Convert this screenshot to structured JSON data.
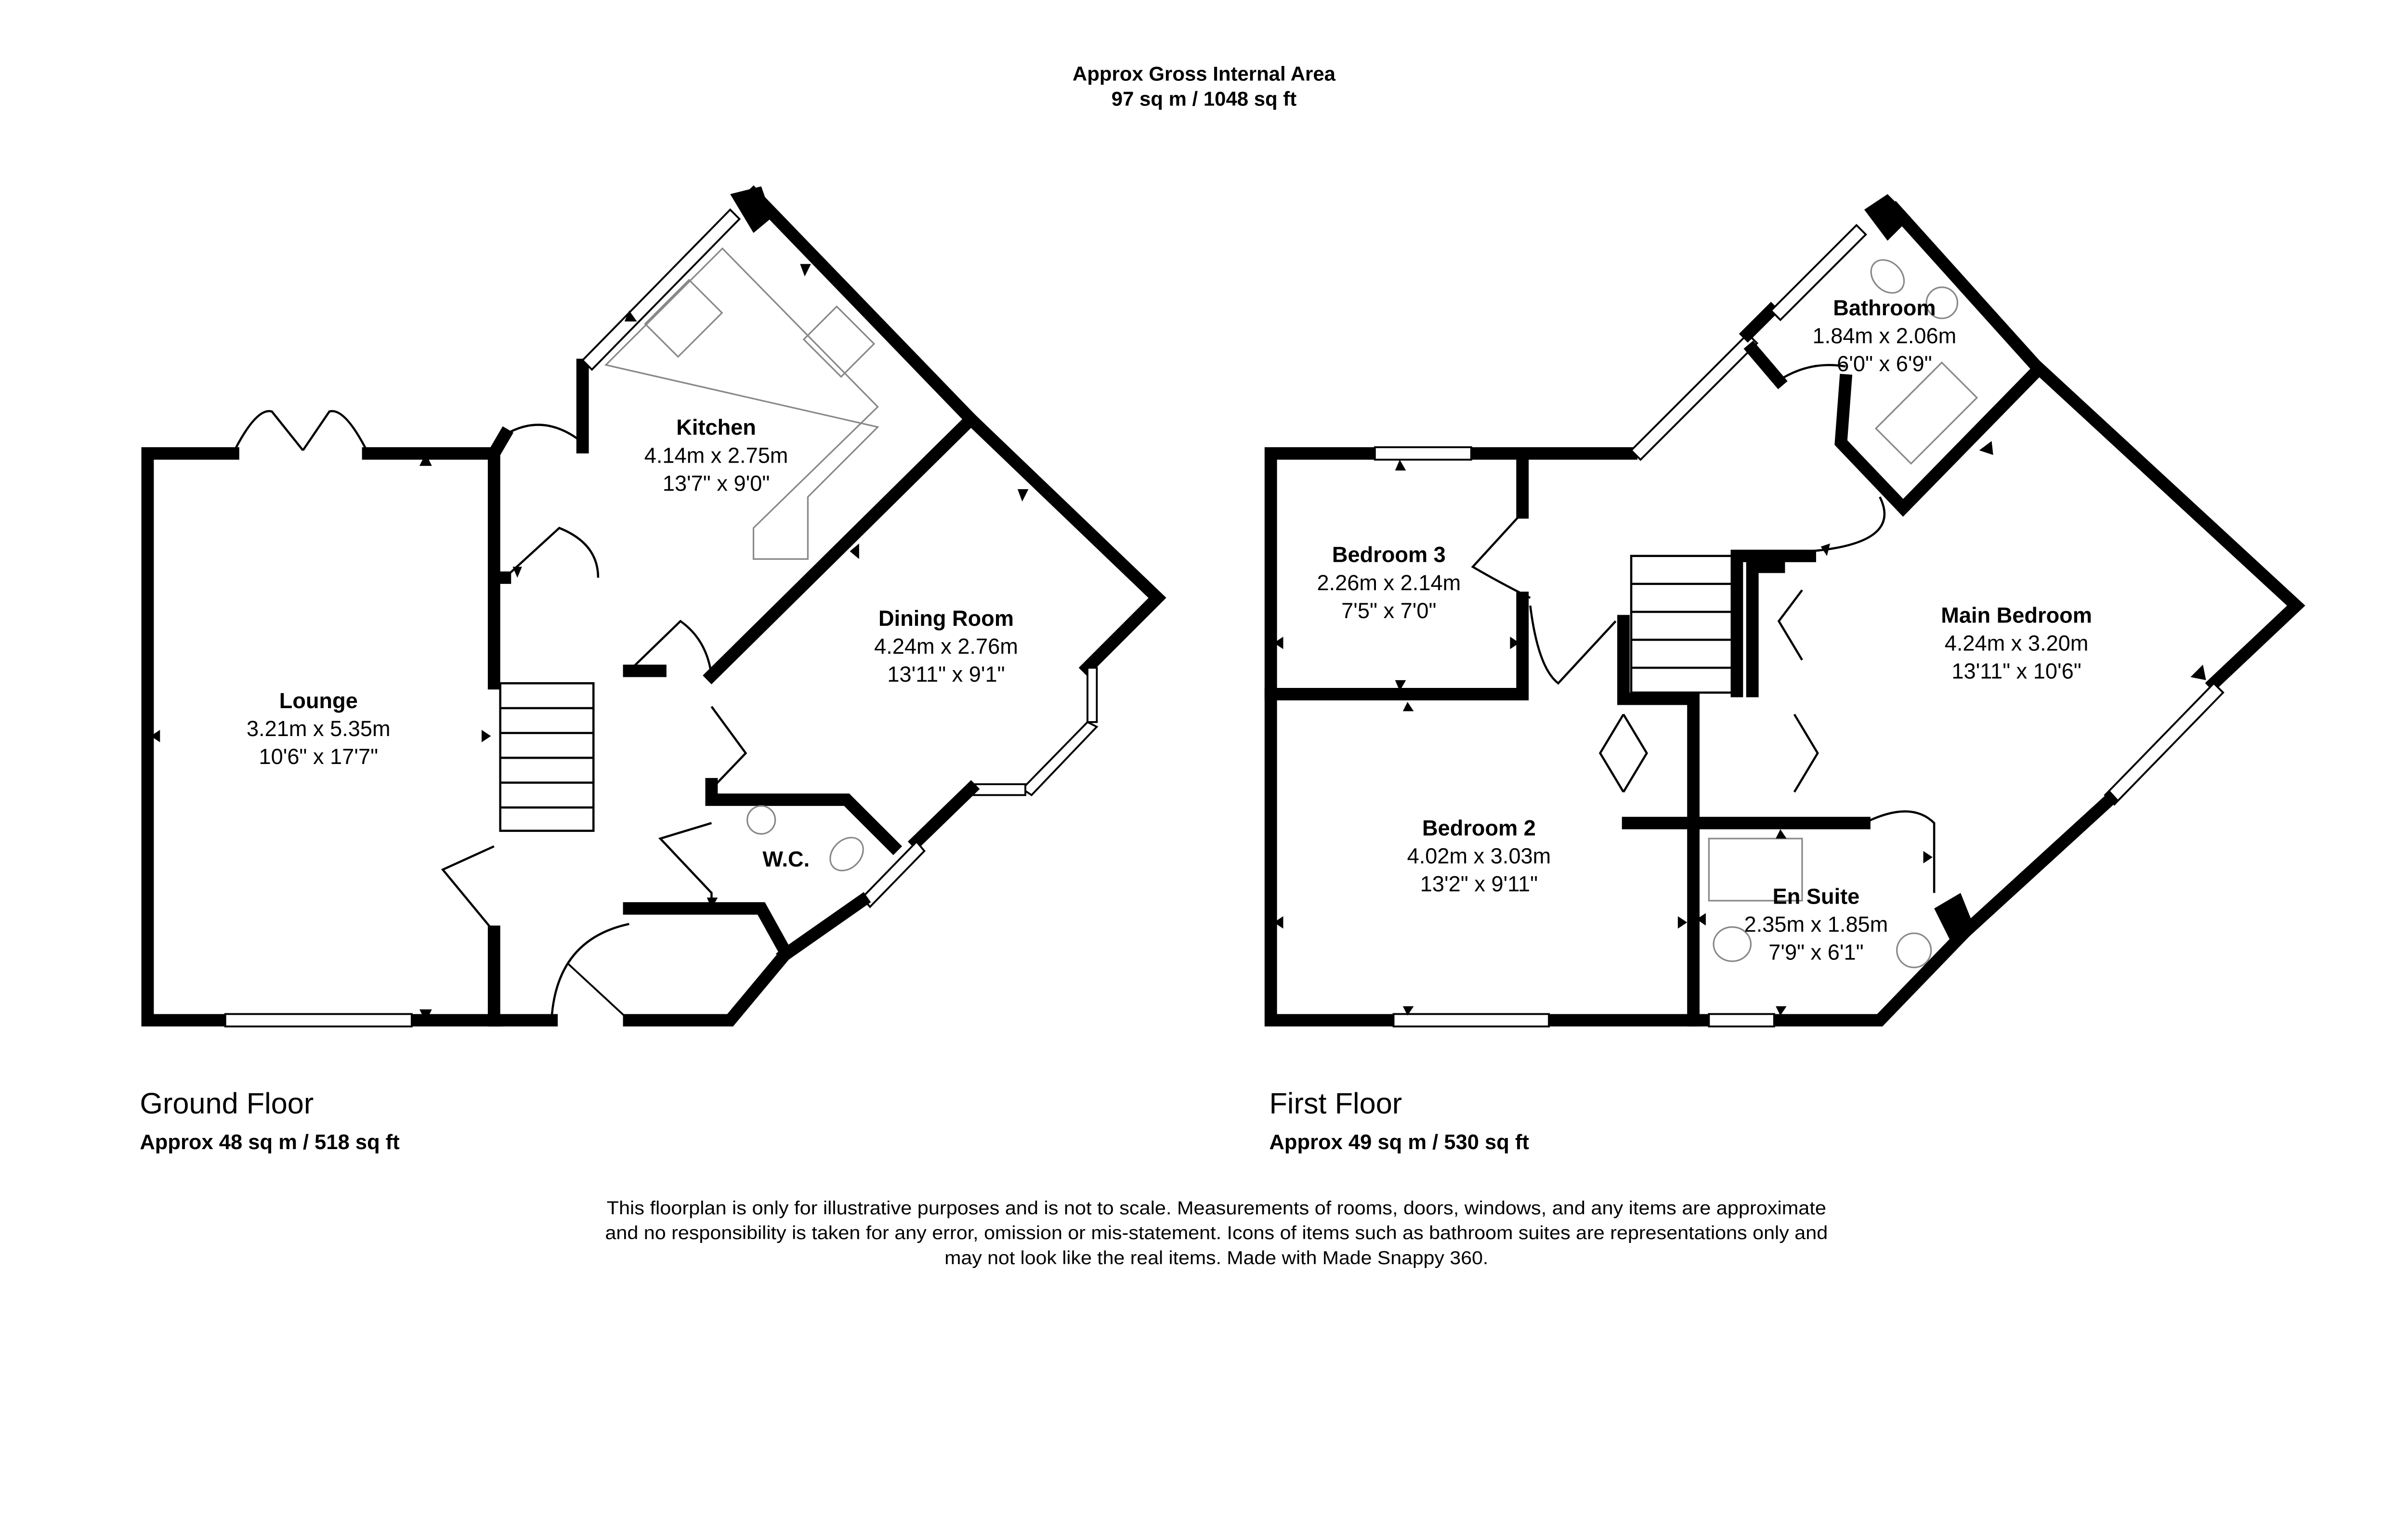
{
  "header": {
    "title": "Approx Gross Internal Area",
    "area": "97 sq m / 1048 sq ft"
  },
  "ground_floor": {
    "label": "Ground Floor",
    "area": "Approx 48 sq m / 518 sq ft",
    "rooms": [
      {
        "name": "Kitchen",
        "metric": "4.14m x 2.75m",
        "imperial": "13'7\" x 9'0\""
      },
      {
        "name": "Dining Room",
        "metric": "4.24m x 2.76m",
        "imperial": "13'11\" x 9'1\""
      },
      {
        "name": "Lounge",
        "metric": "3.21m x 5.35m",
        "imperial": "10'6\" x 17'7\""
      },
      {
        "name": "W.C."
      }
    ]
  },
  "first_floor": {
    "label": "First Floor",
    "area": "Approx 49 sq m / 530 sq ft",
    "rooms": [
      {
        "name": "Bathroom",
        "metric": "1.84m x 2.06m",
        "imperial": "6'0\" x 6'9\""
      },
      {
        "name": "Bedroom 3",
        "metric": "2.26m x 2.14m",
        "imperial": "7'5\" x 7'0\""
      },
      {
        "name": "Main Bedroom",
        "metric": "4.24m x 3.20m",
        "imperial": "13'11\" x 10'6\""
      },
      {
        "name": "Bedroom 2",
        "metric": "4.02m x 3.03m",
        "imperial": "13'2\" x 9'11\""
      },
      {
        "name": "En Suite",
        "metric": "2.35m x 1.85m",
        "imperial": "7'9\" x 6'1\""
      }
    ]
  },
  "disclaimer": {
    "line1": "This floorplan is only for illustrative purposes and is not to scale. Measurements of rooms, doors, windows, and any items are approximate",
    "line2": "and no responsibility is taken for any error, omission or mis-statement. Icons of items such as bathroom suites are representations only and",
    "line3": "may not look like the real items. Made with Made Snappy 360."
  }
}
